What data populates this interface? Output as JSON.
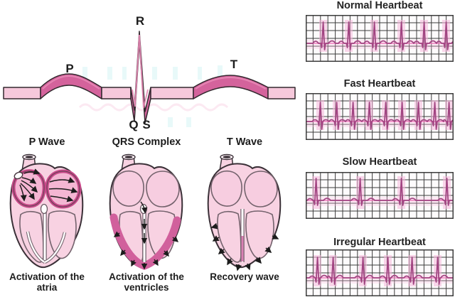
{
  "wave_diagram": {
    "labels": {
      "p": "P",
      "q": "Q",
      "r": "R",
      "s": "S",
      "t": "T"
    }
  },
  "hearts": [
    {
      "title": "P Wave",
      "caption": "Activation of the\natria"
    },
    {
      "title": "QRS Complex",
      "caption": "Activation of the\nventricles"
    },
    {
      "title": "T Wave",
      "caption": "Recovery wave"
    }
  ],
  "strips": [
    {
      "title": "Normal Heartbeat",
      "style": "normal",
      "beats": [
        24,
        60,
        96,
        134,
        166,
        197
      ]
    },
    {
      "title": "Fast Heartbeat",
      "style": "fast",
      "beats": [
        20,
        43,
        66,
        89,
        112,
        135,
        158,
        181,
        201
      ]
    },
    {
      "title": "Slow Heartbeat",
      "style": "slow",
      "beats": [
        14,
        76,
        134,
        198
      ]
    },
    {
      "title": "Irregular Heartbeat",
      "style": "irregular",
      "beats": [
        16,
        38,
        80,
        115,
        149,
        185
      ]
    }
  ],
  "beat_shapes": {
    "base": {
      "base": 40,
      "rTop": 10,
      "pOff": 10,
      "pH": 6,
      "tOff": 13,
      "tH": 7,
      "qD": 6,
      "sD": 9
    },
    "fast": {
      "rTop": 13,
      "pOff": 7,
      "pH": 5,
      "tOff": 8,
      "tH": 5,
      "sD": 11
    },
    "slow": {
      "rTop": 9,
      "pOff": 8,
      "pH": 5,
      "tOff": 16,
      "tH": 6,
      "sD": 7
    },
    "irregular": {
      "rTop": 11,
      "pOff": 7,
      "pH": 5,
      "tOff": 10,
      "tH": 7
    }
  },
  "colors": {
    "trace": "#a24582",
    "glow": "#f7b9dc",
    "baseline": "#ee66b3",
    "grid": "#3c3c3c",
    "ribbon_dark": "#d4639c",
    "ribbon_light": "#f6c8db",
    "heart_fill": "#f8d2e2",
    "atria_rim": "#c9498a",
    "ventricle_band": "#d1609c",
    "outline": "#3a3037",
    "text": "#1f1f1f"
  }
}
